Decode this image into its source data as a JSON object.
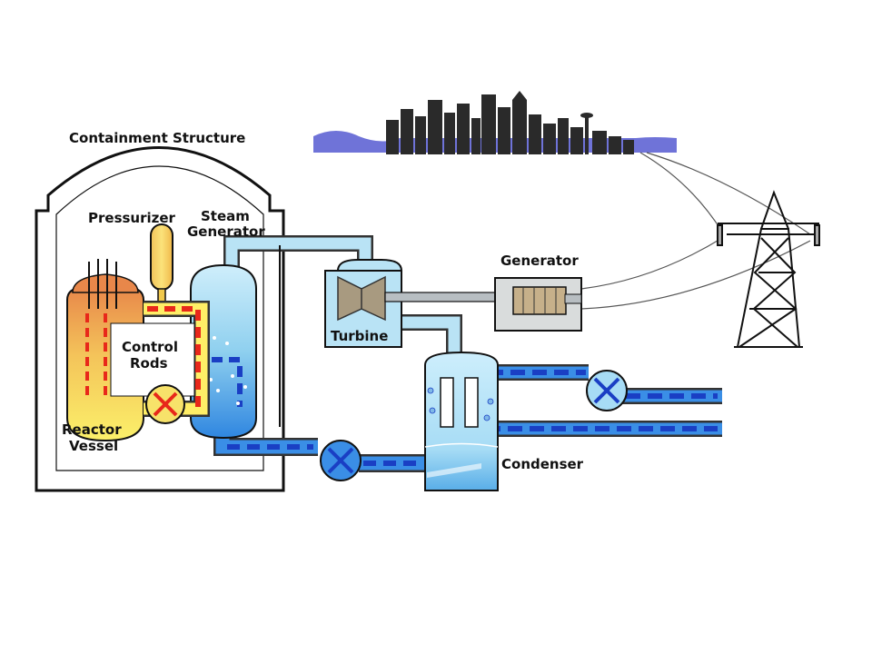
{
  "labels": {
    "containment_structure": "Containment Structure",
    "pressurizer": "Pressurizer",
    "steam_line1": "Steam",
    "steam_line2": "Generator",
    "generator": "Generator",
    "turbine": "Turbine",
    "control_line1": "Control",
    "control_line2": "Rods",
    "reactor_line1": "Reactor",
    "reactor_line2": "Vessel",
    "condenser": "Condenser"
  },
  "colors": {
    "primary_hot": "#e8281a",
    "primary_water": "#ffee66",
    "secondary_steam": "#b9e3f5",
    "feedwater": "#3a8ee6",
    "cooling_dash": "#1a3fc4",
    "reactor_top": "#e8874a",
    "city": "#2a2a2a",
    "horizon": "#6f73d8"
  }
}
